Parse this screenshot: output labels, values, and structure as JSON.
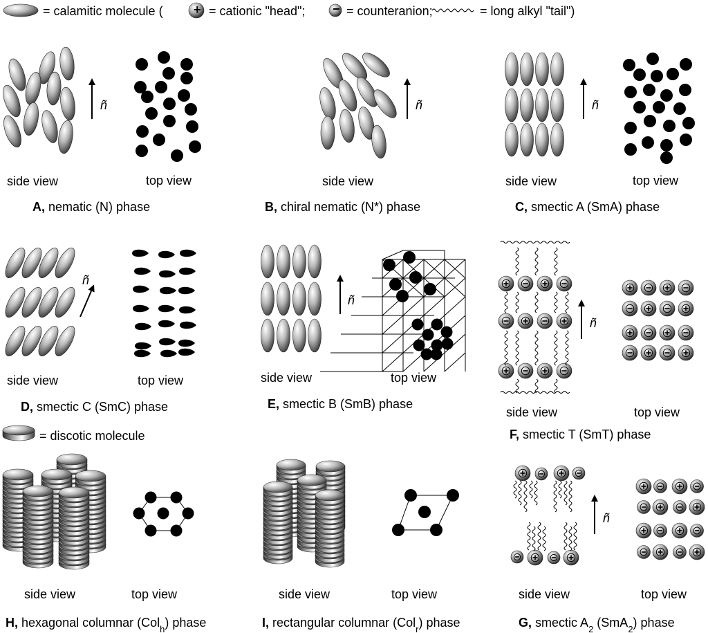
{
  "legend": {
    "calamitic": "= calamitic molecule (",
    "cationic_head": "= cationic \"head\";",
    "counteranion": "= counteranion;",
    "alkyl_tail": "= long alkyl \"tail\")",
    "discotic": "= discotic molecule"
  },
  "director_symbol": "ñ",
  "panels": {
    "A": {
      "letter": "A,",
      "name": "nematic (N) phase",
      "side": "side view",
      "top": "top view"
    },
    "B": {
      "letter": "B,",
      "name": "chiral nematic (N*) phase",
      "side": "side view"
    },
    "C": {
      "letter": "C,",
      "name": "smectic A (SmA) phase",
      "side": "side view",
      "top": "top view"
    },
    "D": {
      "letter": "D,",
      "name": "smectic C (SmC) phase",
      "side": "side view",
      "top": "top view"
    },
    "E": {
      "letter": "E,",
      "name": "smectic B (SmB) phase",
      "side": "side view",
      "top": "top view"
    },
    "F": {
      "letter": "F,",
      "name": "smectic T (SmT) phase",
      "side": "side view",
      "top": "top view"
    },
    "H": {
      "letter": "H,",
      "name_pre": "hexagonal columnar (Col",
      "sub": "h",
      "name_post": ") phase",
      "side": "side view",
      "top": "top view"
    },
    "I": {
      "letter": "I,",
      "name_pre": "rectangular columnar (Col",
      "sub": "r",
      "name_post": ") phase",
      "side": "side view",
      "top": "top view"
    },
    "G": {
      "letter": "G,",
      "name_pre": "smectic A",
      "sub": "2",
      "name_mid": " (SmA",
      "sub2": "2",
      "name_post": ") phase",
      "side": "side view",
      "top": "top view"
    }
  }
}
